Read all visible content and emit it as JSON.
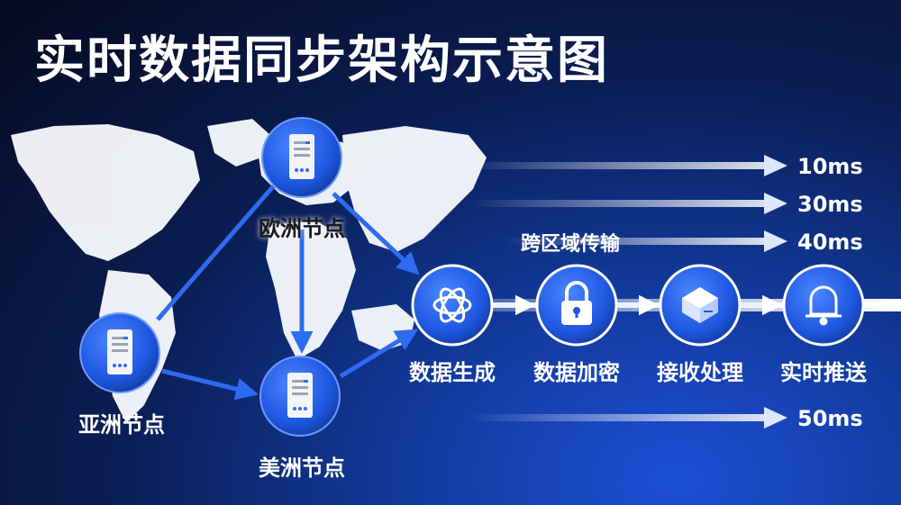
{
  "title": "实时数据同步架构示意图",
  "nodes": {
    "europe": "欧洲节点",
    "asia": "亚洲节点",
    "america": "美洲节点"
  },
  "pipeline": [
    {
      "label": "数据生成",
      "icon": "ai-knot-icon"
    },
    {
      "label": "数据加密",
      "icon": "lock-icon"
    },
    {
      "label": "接收处理",
      "icon": "storage-box-icon"
    },
    {
      "label": "实时推送",
      "icon": "bell-icon"
    }
  ],
  "transfer_label": "跨区域传输",
  "latencies": [
    "10ms",
    "30ms",
    "40ms",
    "50ms"
  ],
  "colors": {
    "accent": "#2f6bf0",
    "node_fill": "#1e56e0",
    "background": "#050a1f"
  }
}
